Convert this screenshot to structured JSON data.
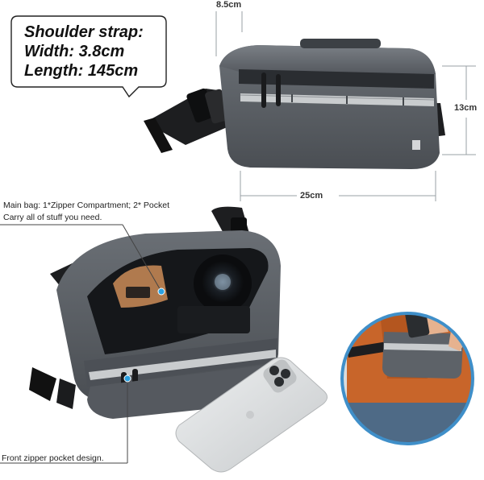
{
  "callout": {
    "line1": "Shoulder strap:",
    "line2": "Width: 3.8cm",
    "line3": "Length: 145cm"
  },
  "dimensions": {
    "depth": "8.5cm",
    "height": "13cm",
    "width": "25cm"
  },
  "notes": {
    "main_bag_line1": "Main bag: 1*Zipper Compartment; 2* Pocket",
    "main_bag_line2": "Carry all of stuff you need.",
    "front_pocket": "Front zipper pocket design."
  },
  "colors": {
    "bag_gray": "#5d6268",
    "bag_dark": "#3c4045",
    "reflective": "#c9ccce",
    "strap_black": "#1d1e20",
    "phone_silver": "#dcdedf",
    "inner_lining": "#15171a",
    "leather_tan": "#b07a4e",
    "jacket_orange": "#c8652a",
    "circle_blue": "#3f8fc9"
  }
}
